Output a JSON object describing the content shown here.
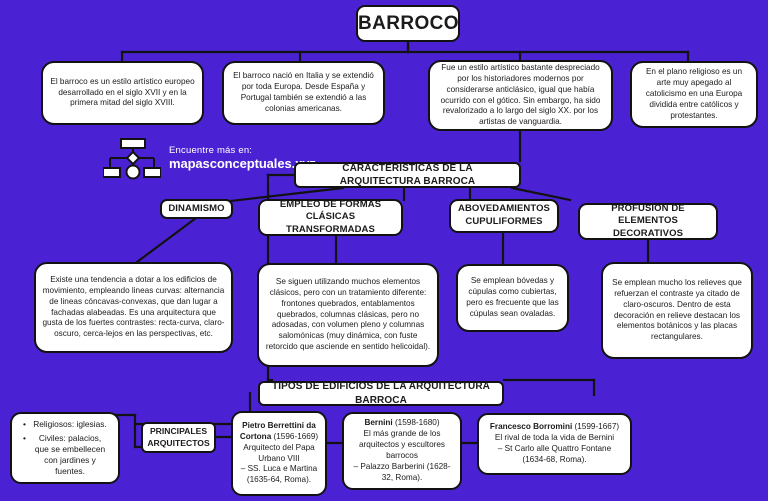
{
  "canvas": {
    "bg_color": "#4a22d4",
    "node_bg": "#ffffff",
    "stroke": "#121212"
  },
  "title": {
    "label": "BARROCO"
  },
  "facts": [
    {
      "text": "El barroco es un estilo artístico europeo desarrollado en el siglo XVII y en la primera mitad del siglo XVIII."
    },
    {
      "text": "El barroco nació en Italia y se extendió por toda Europa. Desde España y Portugal también se extendió a las colonias americanas."
    },
    {
      "text": "Fue un estilo artístico bastante despreciado por los historiadores modernos por considerarse anticlásico, igual que había ocurrido con el gótico. Sin embargo, ha sido revalorizado a lo largo del siglo XX. por los artistas de vanguardia."
    },
    {
      "text": "En el plano religioso es un arte muy apegado al catolicismo en una Europa dividida entre católicos y protestantes."
    }
  ],
  "watermark": {
    "line1": "Encuentre más en:",
    "line2": "mapasconceptuales.xyz",
    "logo_icon": "flowchart-icon"
  },
  "hub_caracteristicas": {
    "label": "CARACTERÍSTICAS DE LA ARQUITECTURA BARROCA"
  },
  "categories": [
    {
      "label": "DINAMISMO",
      "description": "Existe una tendencia a dotar a los edificios de movimiento, empleando lineas curvas: alternancia de lineas cóncavas-convexas, que dan lugar a fachadas alabeadas. Es una arquitectura que gusta de los fuertes contrastes: recta-curva, claro-oscuro, cerca-lejos en las perspectivas, etc."
    },
    {
      "label": "EMPLEO DE FORMAS CLÁSICAS TRANSFORMADAS",
      "description": "Se siguen utilizando muchos elementos clásicos, pero con un tratamiento diferente: frontones quebrados, entablamentos quebrados, columnas clásicas, pero no adosadas, con volumen pleno y columnas salomónicas (muy dinámica, con fuste retorcido que asciende en sentido helicoidal)."
    },
    {
      "label": "ABOVEDAMIENTOS CUPULIFORMES",
      "description": "Se emplean bóvedas y cúpulas como cubiertas, pero es frecuente que las cúpulas sean ovaladas."
    },
    {
      "label": "PROFUSIÓN DE ELEMENTOS DECORATIVOS",
      "description": "Se emplean mucho los relieves que refuerzan el contraste ya citado de claro-oscuros. Dentro de esta decoración en relieve destacan los elementos botánicos y las placas rectangulares."
    }
  ],
  "hub_tipos": {
    "label": "TIPOS DE EDIFICIOS DE LA ARQUITECTURA BARROCA"
  },
  "tipos_bullets": [
    "Religiosos: iglesias.",
    "Civiles: palacios, que se embellecen con jardines y fuentes."
  ],
  "arquitectos_label": {
    "line1": "PRINCIPALES",
    "line2": "ARQUITECTOS"
  },
  "arquitectos": [
    {
      "name": "Pietro Berrettini da Cortona",
      "dates": "(1596-1669)",
      "note": "Arquitecto del Papa Urbano VIII",
      "work": "– SS. Luca e Martina (1635-64, Roma)."
    },
    {
      "name": "Bernini",
      "dates": "(1598-1680)",
      "note": "El más grande de los arquitectos y escultores barrocos",
      "work": "– Palazzo Barberini (1628-32, Roma)."
    },
    {
      "name": "Francesco Borromini",
      "dates": "(1599-1667)",
      "note": "El rival de toda la vida de Bernini",
      "work": "– St Carlo alle Quattro Fontane (1634-68, Roma)."
    }
  ]
}
